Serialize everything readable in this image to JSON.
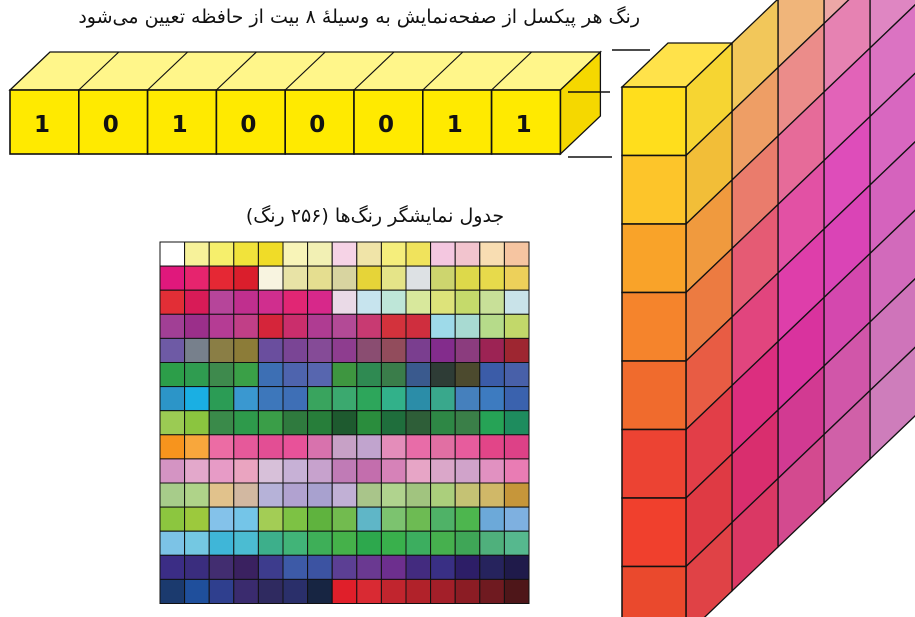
{
  "header": {
    "caption": "رنگ هر پیکسل از صفحه‌نمایش به وسیلهٔ ۸ بیت از حافظه تعیین می‌شود"
  },
  "byte": {
    "bits": [
      "1",
      "0",
      "1",
      "0",
      "0",
      "0",
      "1",
      "1"
    ],
    "face_color": "#FFEA00",
    "top_color": "#FFF68A",
    "side_color": "#F5D800"
  },
  "palette": {
    "title": "جدول نمایشگر رنگ‌ها (۲۵۶ رنگ)",
    "rows": [
      [
        "#FFFFFF",
        "#F7F29A",
        "#F6EF6C",
        "#F1E33B",
        "#F0DC28",
        "#F8F4B8",
        "#F2F0B4",
        "#F6D3E6",
        "#F0E4A8",
        "#F5EE7C",
        "#F0E35C",
        "#F4C7E0",
        "#F2C4CE",
        "#F8DDB2",
        "#F6C5A1"
      ],
      [
        "#E0187C",
        "#E6246E",
        "#E52834",
        "#DA1E2C",
        "#F8F4E0",
        "#E8E3A6",
        "#E5DE90",
        "#D8D4A0",
        "#E6D438",
        "#E5E488",
        "#DDE1E4",
        "#CDD56E",
        "#DDD94A",
        "#E7DA4B",
        "#EDD05A"
      ],
      [
        "#E22E36",
        "#D81B57",
        "#B6459A",
        "#C02F8E",
        "#D02E8E",
        "#E12674",
        "#D7288A",
        "#EADAE7",
        "#C7E4EE",
        "#BEE6D8",
        "#D8E89C",
        "#DDE37A",
        "#C5DA6B",
        "#C8E098",
        "#C9E3E9"
      ],
      [
        "#A13F95",
        "#9B2F8A",
        "#B53C94",
        "#C13F87",
        "#D5253A",
        "#CA2E6C",
        "#AF3C92",
        "#B34A96",
        "#C83A72",
        "#D3323C",
        "#CF2E3E",
        "#9EDAE9",
        "#A8DAD2",
        "#B6DB8A",
        "#C2D86A"
      ],
      [
        "#6E5AA5",
        "#77808C",
        "#8A7E45",
        "#8C7C38",
        "#6A4E9E",
        "#7A4595",
        "#854B97",
        "#8E3D8F",
        "#8A4D71",
        "#924C5C",
        "#7A3E8F",
        "#832C8C",
        "#8B3C7E",
        "#9C2354",
        "#9E2631"
      ],
      [
        "#2C9E49",
        "#2F9C50",
        "#3E8A4D",
        "#3AA047",
        "#3D6FB4",
        "#4E64AE",
        "#5766AF",
        "#3E9640",
        "#2F8A52",
        "#3A7D4A",
        "#3A5A8E",
        "#2E3C36",
        "#4C4A2E",
        "#3B5CA8",
        "#4860A9"
      ],
      [
        "#2C95C8",
        "#1AAFE3",
        "#2B9C55",
        "#3A98D0",
        "#3D77BB",
        "#3E6FB6",
        "#39A45E",
        "#3BA96F",
        "#2DA65B",
        "#32B18A",
        "#2B8DA8",
        "#39A88C",
        "#4580BD",
        "#3D7BC0",
        "#3A62AE"
      ],
      [
        "#9BCB53",
        "#8BC53F",
        "#3A8A4A",
        "#2E9A4B",
        "#3A9E48",
        "#2F7A3E",
        "#277E3A",
        "#1E5A2F",
        "#2A8D3D",
        "#1F6E3C",
        "#2E5E38",
        "#2E8745",
        "#3A7F48",
        "#26A356",
        "#1E8C5E"
      ],
      [
        "#F7941D",
        "#F8A73C",
        "#EC6CA4",
        "#E6599A",
        "#E34E94",
        "#E85299",
        "#D872AD",
        "#C7A1C6",
        "#C1A4CE",
        "#E48DBA",
        "#E86CA8",
        "#E16FA3",
        "#E75C9D",
        "#E24588",
        "#DD4187"
      ],
      [
        "#D494C3",
        "#E3A8CB",
        "#E79BC6",
        "#EAA4C0",
        "#D7C0D9",
        "#C7B1D6",
        "#C7A2CD",
        "#C07BB6",
        "#C36EAD",
        "#D682B8",
        "#E7A5C6",
        "#DAA7C9",
        "#D0A3CA",
        "#E191C1",
        "#E97CB4"
      ],
      [
        "#A7CC8A",
        "#AFD389",
        "#E1C28C",
        "#D2B8A1",
        "#B6B2D8",
        "#B1A2D0",
        "#A8A1CF",
        "#C1B0D5",
        "#A9C58A",
        "#B0D38E",
        "#A1C47F",
        "#ABCF7C",
        "#C5C274",
        "#D0B868",
        "#C6963A"
      ],
      [
        "#8CC63F",
        "#9CC93D",
        "#84C2EA",
        "#74C5E8",
        "#A3CD55",
        "#7DC244",
        "#5FB33E",
        "#72BB4F",
        "#5FB6C7",
        "#7CC36F",
        "#6DBB53",
        "#4FB267",
        "#4DB64E",
        "#6CA9D9",
        "#7EB0E0"
      ],
      [
        "#7CC3E6",
        "#74C8E2",
        "#3FB6D8",
        "#4BBCD2",
        "#3DAF8B",
        "#41B478",
        "#3EAF58",
        "#45B14A",
        "#2DA84D",
        "#39B04C",
        "#3CAE5F",
        "#46B04E",
        "#3FA657",
        "#4FB07C",
        "#56B88E"
      ],
      [
        "#3B2D85",
        "#3A2D7E",
        "#422D70",
        "#3A2160",
        "#3D3C8D",
        "#3D5AA7",
        "#3C53A2",
        "#5C3F94",
        "#6A3991",
        "#6D2F8E",
        "#432B7F",
        "#392F84",
        "#2D1E67",
        "#26235D",
        "#1F1A4A"
      ],
      [
        "#1B3A6E",
        "#1F4F9C",
        "#2F3F8E",
        "#3A2B6E",
        "#2F2A60",
        "#2A2F6A",
        "#172542",
        "#E01F2A",
        "#D92A33",
        "#C1252E",
        "#B1222A",
        "#A31F29",
        "#8B1C24",
        "#6F1A20",
        "#4E1619"
      ]
    ]
  },
  "cube": {
    "front_colors": [
      "#FFDE1C",
      "#FDC52A",
      "#F9A329",
      "#F5842C",
      "#F06B2D",
      "#EC4333",
      "#F0402D",
      "#EA492D"
    ],
    "column_colors": [
      [
        "#F6D532",
        "#F2BE38",
        "#F09A3E",
        "#EC7B41",
        "#E85C44",
        "#E23E48",
        "#DF3A44",
        "#E04246"
      ],
      [
        "#F2C75A",
        "#EE9E65",
        "#EA7C6C",
        "#E55B74",
        "#E1457E",
        "#DC2E7F",
        "#D92E6E",
        "#DA3864"
      ],
      [
        "#F0B57A",
        "#EB8C8A",
        "#E66B99",
        "#E251A4",
        "#DE3EAA",
        "#D9339E",
        "#D23A92",
        "#D34A8F"
      ],
      [
        "#ECA7A6",
        "#E682B2",
        "#E263B8",
        "#DE4DBA",
        "#DA44B6",
        "#D448AE",
        "#D156A9",
        "#D060A8"
      ],
      [
        "#E59FC0",
        "#DF86C2",
        "#DB73C2",
        "#D867C0",
        "#D563BD",
        "#D26ABB",
        "#CF74BA",
        "#CE7DBB"
      ]
    ]
  }
}
